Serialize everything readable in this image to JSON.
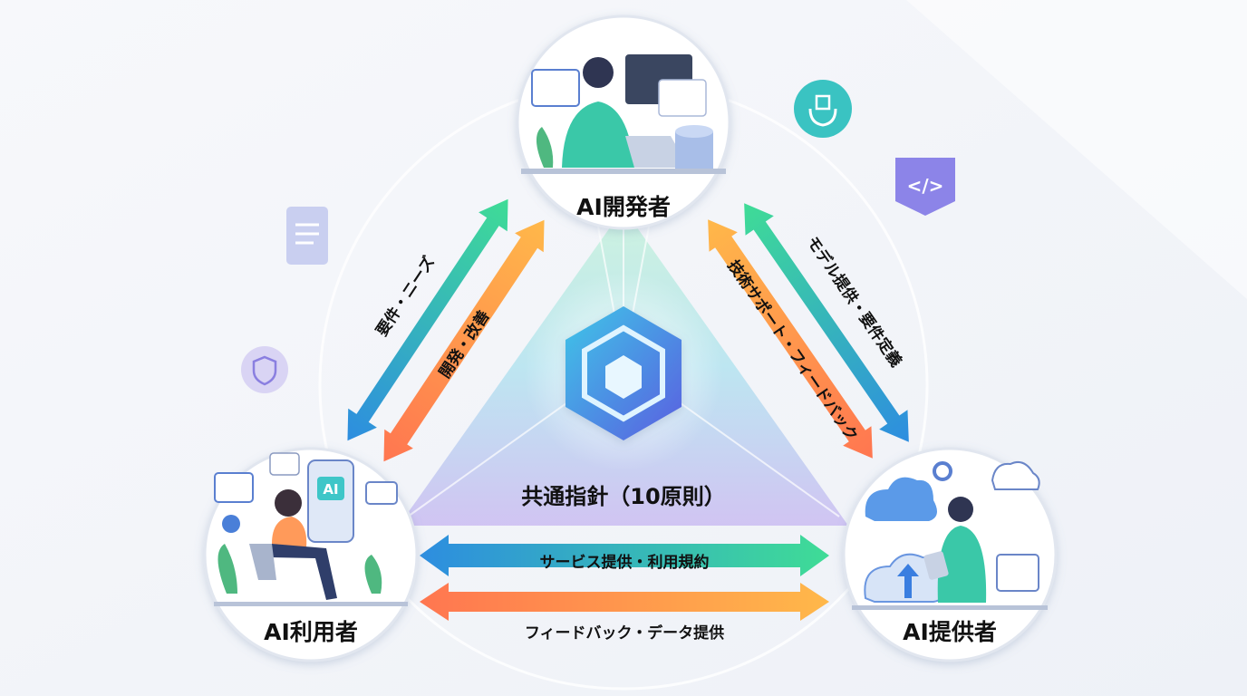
{
  "roles": {
    "developer": "AI開発者",
    "user": "AI利用者",
    "provider": "AI提供者"
  },
  "center": {
    "label": "共通指針（10原則）"
  },
  "flows": {
    "user_to_developer": "要件・ニーズ",
    "developer_to_user": "開発・改善",
    "developer_to_provider": "モデル提供・要件定義",
    "provider_to_developer": "技術サポート・フィードバック",
    "provider_to_user": "サービス提供・利用規約",
    "user_to_provider": "フィードバック・データ提供"
  },
  "illustration_text": {
    "ai_badge": "AI",
    "code_tag": "</>"
  },
  "colors": {
    "green": "#3fdc96",
    "blue": "#2d8de0",
    "orange_light": "#ffb84a",
    "orange_dark": "#ff7650",
    "triangle": "#bfe6f2"
  }
}
